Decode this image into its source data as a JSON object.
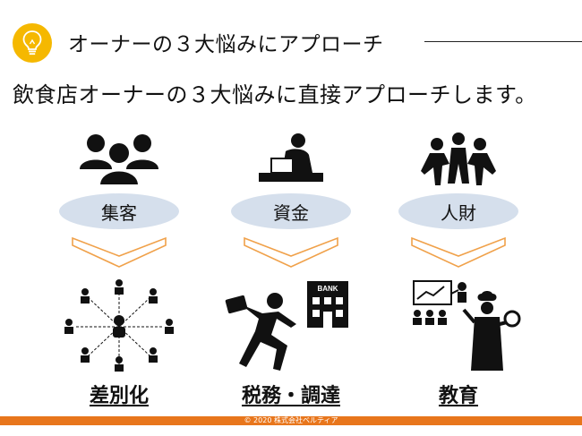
{
  "header": {
    "title": "オーナーの３大悩みにアプローチ",
    "icon": "lightbulb-icon",
    "accent_color": "#f5b800"
  },
  "subtitle": "飲食店オーナーの３大悩みに直接アプローチします。",
  "columns": [
    {
      "category": "集客",
      "solution": "差別化",
      "icon": "people-group-icon",
      "picture": "network-people-icon"
    },
    {
      "category": "資金",
      "solution": "税務・調達",
      "icon": "person-at-laptop-icon",
      "picture": "businessman-running-to-bank-icon",
      "bank_label": "BANK"
    },
    {
      "category": "人財",
      "solution": "教育",
      "icon": "team-huddle-icon",
      "picture": "chef-training-icon"
    }
  ],
  "footer": {
    "text": "© 2020 株式会社ベルティア",
    "color": "#e8761c"
  },
  "colors": {
    "pill": "#d5dfec",
    "chevron": "#f0a14a"
  }
}
